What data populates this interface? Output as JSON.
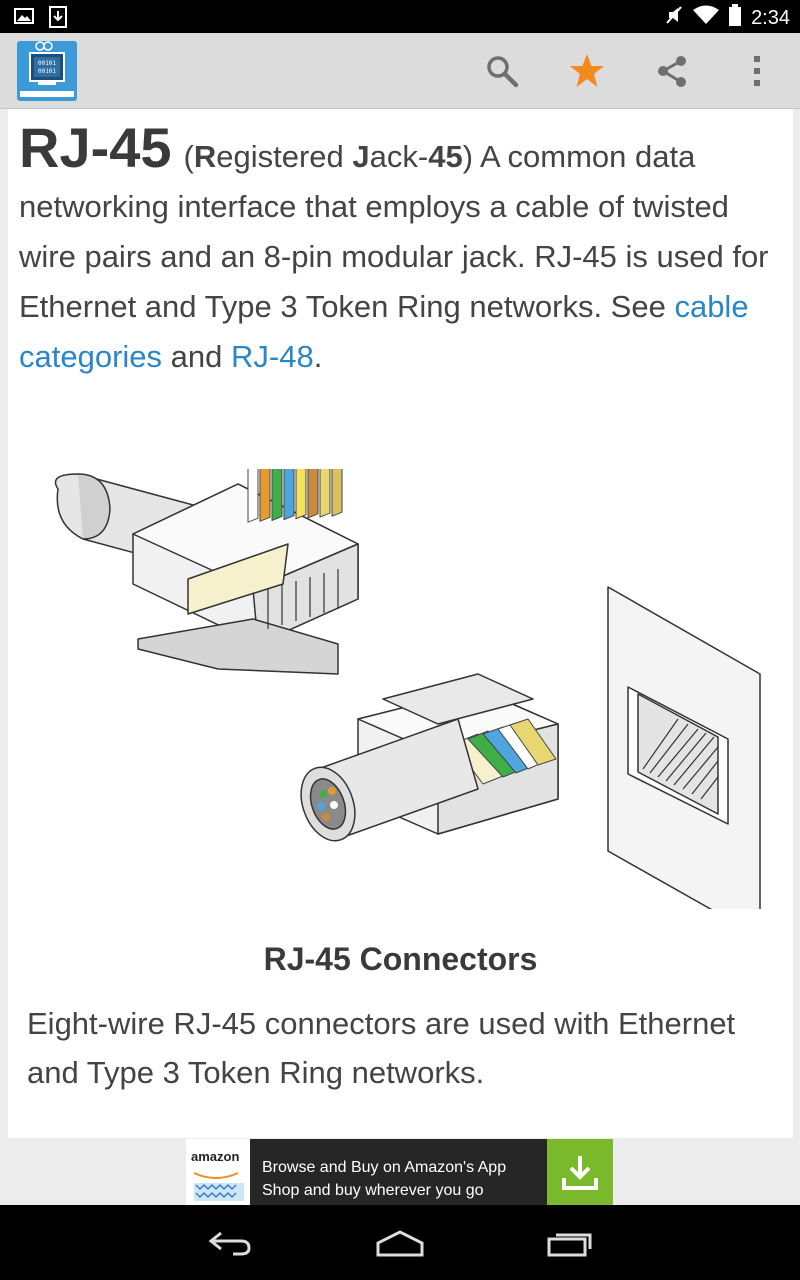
{
  "status_bar": {
    "time": "2:34",
    "icons": [
      "gallery-icon",
      "download-notification-icon",
      "mute-icon",
      "wifi-icon",
      "battery-icon"
    ]
  },
  "app_bar": {
    "logo_icon": "dictionary-book-icon",
    "actions": [
      "search-icon",
      "star-icon",
      "share-icon",
      "overflow-menu-icon"
    ],
    "accent_color": "#f28a1d"
  },
  "entry": {
    "term": "RJ-45",
    "open_paren": "(",
    "expansion_parts": [
      {
        "bold": "R",
        "rest": "egistered "
      },
      {
        "bold": "J",
        "rest": "ack-"
      },
      {
        "bold": "45",
        "rest": ""
      }
    ],
    "close_paren": ")",
    "definition": "A common data networking interface that employs a cable of twisted wire pairs and an 8-pin modular jack. RJ-45 is used for Ethernet and Type 3 Token Ring networks. See",
    "link1": "cable categories",
    "and_text": "and",
    "link2": "RJ-48",
    "end": ".",
    "link_color": "#2a86c8"
  },
  "figure": {
    "caption": "RJ-45 Connectors",
    "description": "Eight-wire RJ-45 connectors are used with Ethernet and Type 3 Token Ring networks."
  },
  "ad": {
    "brand": "amazon",
    "line1": "Browse and Buy on Amazon's App",
    "line2": "Shop and buy wherever you go",
    "button_icon": "download-icon",
    "button_color": "#79b92b"
  },
  "nav_bar": {
    "buttons": [
      "back-icon",
      "home-icon",
      "recents-icon"
    ]
  }
}
